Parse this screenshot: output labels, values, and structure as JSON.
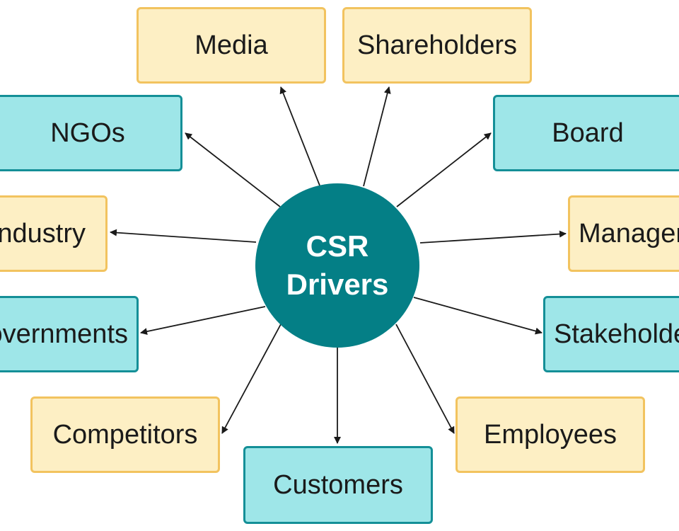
{
  "center": {
    "line1": "CSR",
    "line2": "Drivers",
    "color": "#047f86"
  },
  "colors": {
    "yellow_fill": "#fdefc4",
    "yellow_border": "#f2c35f",
    "cyan_fill": "#9ee6e8",
    "cyan_border": "#148f97"
  },
  "nodes": {
    "media": "Media",
    "shareholders": "Shareholders",
    "ngos": "NGOs",
    "board": "Board",
    "industry": "Industry",
    "management": "Management",
    "governments": "Governments",
    "stakeholders": "Stakeholders",
    "competitors": "Competitors",
    "employees": "Employees",
    "customers": "Customers"
  }
}
